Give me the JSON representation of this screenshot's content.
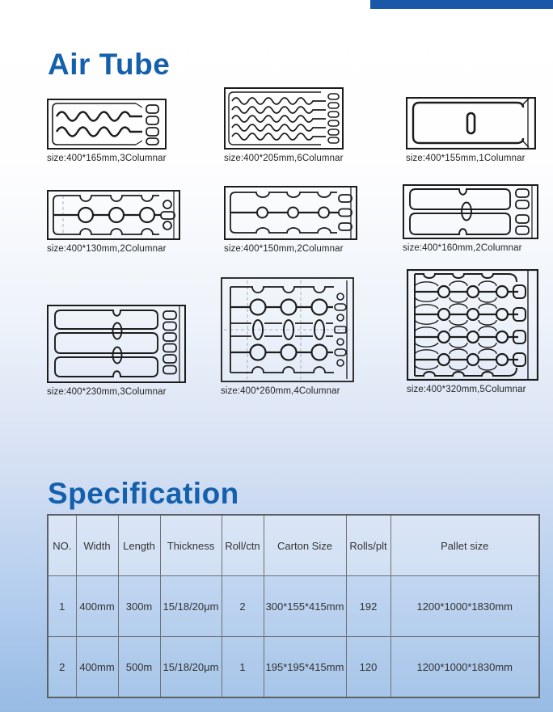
{
  "colors": {
    "accent_blue": "#1560ad",
    "top_bar_blue": "#1a57a8",
    "diagram_stroke": "#1c1c1c"
  },
  "sections": {
    "air_tube": {
      "title": "Air Tube",
      "items": [
        {
          "size_label": "size:400*165mm,3Columnar"
        },
        {
          "size_label": "size:400*205mm,6Columnar"
        },
        {
          "size_label": "size:400*155mm,1Columnar"
        },
        {
          "size_label": "size:400*130mm,2Columnar"
        },
        {
          "size_label": "size:400*150mm,2Columnar"
        },
        {
          "size_label": "size:400*160mm,2Columnar"
        },
        {
          "size_label": "size:400*230mm,3Columnar"
        },
        {
          "size_label": "size:400*260mm,4Columnar"
        },
        {
          "size_label": "size:400*320mm,5Columnar"
        }
      ]
    },
    "specification": {
      "title": "Specification",
      "table": {
        "headers": [
          "NO.",
          "Width",
          "Length",
          "Thickness",
          "Roll/ctn",
          "Carton Size",
          "Rolls/plt",
          "Pallet size"
        ],
        "rows": [
          [
            "1",
            "400mm",
            "300m",
            "15/18/20μm",
            "2",
            "300*155*415mm",
            "192",
            "1200*1000*1830mm"
          ],
          [
            "2",
            "400mm",
            "500m",
            "15/18/20μm",
            "1",
            "195*195*415mm",
            "120",
            "1200*1000*1830mm"
          ]
        ]
      }
    }
  }
}
